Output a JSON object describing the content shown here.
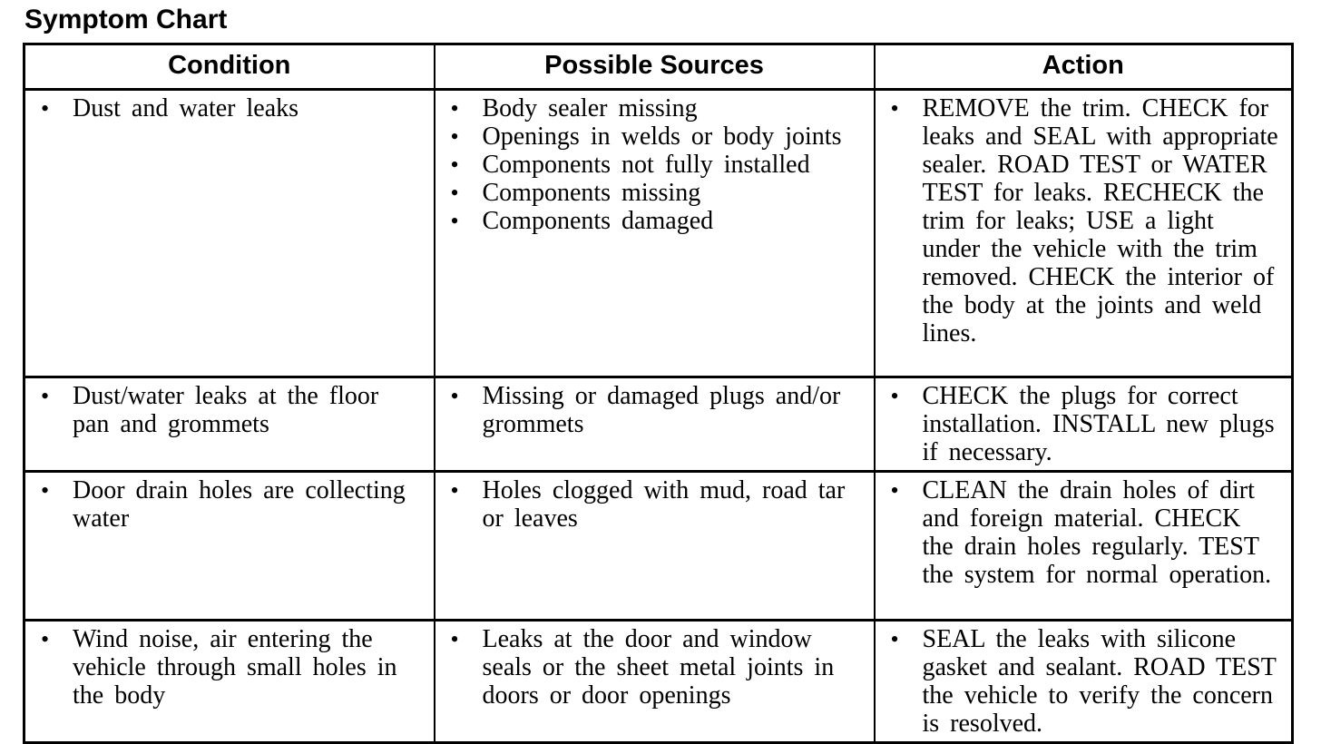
{
  "page_title": "Symptom Chart",
  "bullet": "•",
  "colors": {
    "text": "#000000",
    "border": "#000000",
    "background": "#ffffff"
  },
  "table": {
    "headers": {
      "condition": "Condition",
      "sources": "Possible Sources",
      "action": "Action"
    },
    "rows": [
      {
        "condition": [
          "Dust and water leaks"
        ],
        "sources": [
          "Body sealer missing",
          "Openings in welds or body joints",
          "Components not fully installed",
          "Components missing",
          "Components damaged"
        ],
        "action": [
          "REMOVE the trim. CHECK for leaks and SEAL with appropriate sealer. ROAD TEST or WATER TEST for leaks. RECHECK the trim for leaks; USE a light under the vehicle with the trim removed. CHECK the interior of the body at the joints and weld lines."
        ]
      },
      {
        "condition": [
          "Dust/water leaks at the floor pan and grommets"
        ],
        "sources": [
          "Missing or damaged plugs and/or grommets"
        ],
        "action": [
          "CHECK the plugs for correct installation. INSTALL new plugs if necessary."
        ]
      },
      {
        "condition": [
          "Door drain holes are collecting water"
        ],
        "sources": [
          "Holes clogged with mud, road tar or leaves"
        ],
        "action": [
          "CLEAN the drain holes of dirt and foreign material. CHECK the drain holes regularly. TEST the system for normal operation."
        ]
      },
      {
        "condition": [
          "Wind noise, air entering the vehicle through small holes in the body"
        ],
        "sources": [
          "Leaks at the door and window seals or the sheet metal joints in doors or door openings"
        ],
        "action": [
          "SEAL the leaks with silicone gasket and sealant. ROAD TEST the vehicle to verify the concern is resolved."
        ]
      }
    ]
  }
}
